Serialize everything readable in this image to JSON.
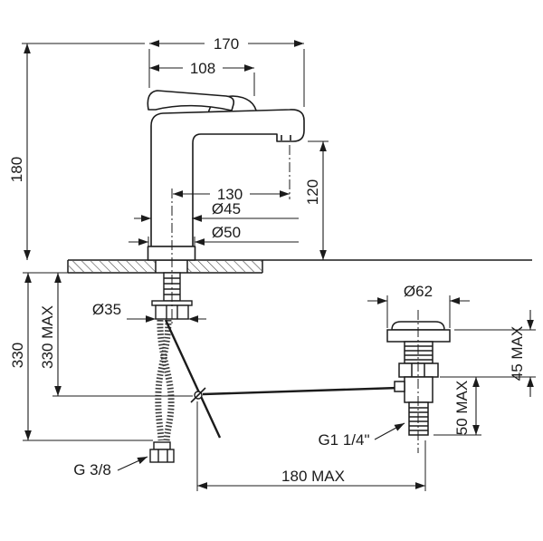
{
  "drawing_title": "basin-mixer-dimensional-drawing",
  "colors": {
    "line": "#1b1b1b",
    "background": "#ffffff"
  },
  "labels": {
    "total_width": "170",
    "spout_offset": "108",
    "height_above_deck": "180",
    "spout_reach": "130",
    "body_diameter": "Ø45",
    "base_diameter": "Ø50",
    "spout_height": "120",
    "waste_flange_diameter": "Ø62",
    "hole_diameter": "Ø35",
    "hose_length": "330",
    "rod_length_max": "330 MAX",
    "flange_depth_max": "45 MAX",
    "waste_body_max": "50 MAX",
    "waste_thread": "G1 1/4\"",
    "hose_thread": "G 3/8",
    "rod_reach_max": "180 MAX"
  }
}
